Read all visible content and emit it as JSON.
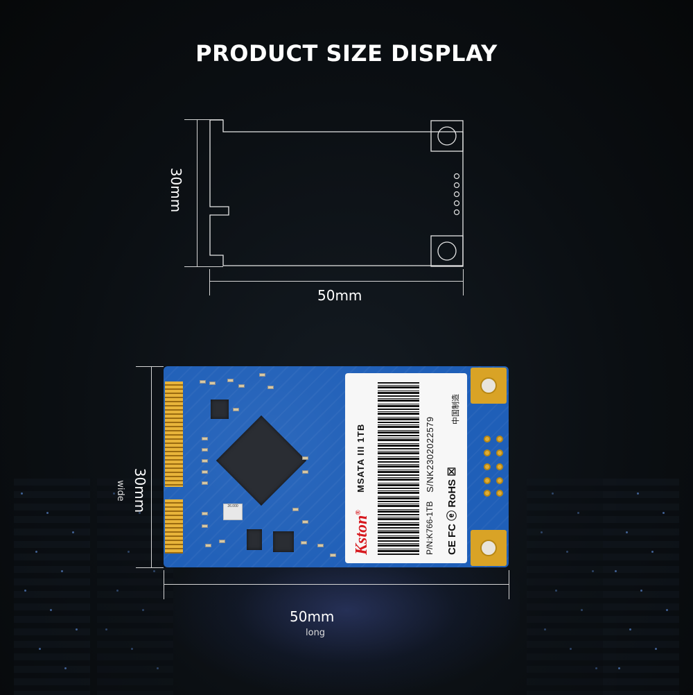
{
  "title": "PRODUCT SIZE DISPLAY",
  "outline": {
    "height_label": "30mm",
    "width_label": "50mm"
  },
  "board": {
    "height_label": "30mm",
    "height_sub": "wide",
    "width_label": "50mm",
    "width_sub": "long"
  },
  "sticker": {
    "brand": "Kston",
    "brand_mark": "®",
    "model": "MSATA III  1TB",
    "serial": "S/NK2302022579",
    "part_number": "P/N:K766-1TB",
    "certifications": "CE FC ⓔ RoHS ☒",
    "origin": "中国制造"
  },
  "chip_texts": {
    "crystal": "26.000"
  },
  "colors": {
    "pcb_blue": "#1f5fb8",
    "gold": "#d9a326",
    "brand_red": "#d7191f"
  }
}
